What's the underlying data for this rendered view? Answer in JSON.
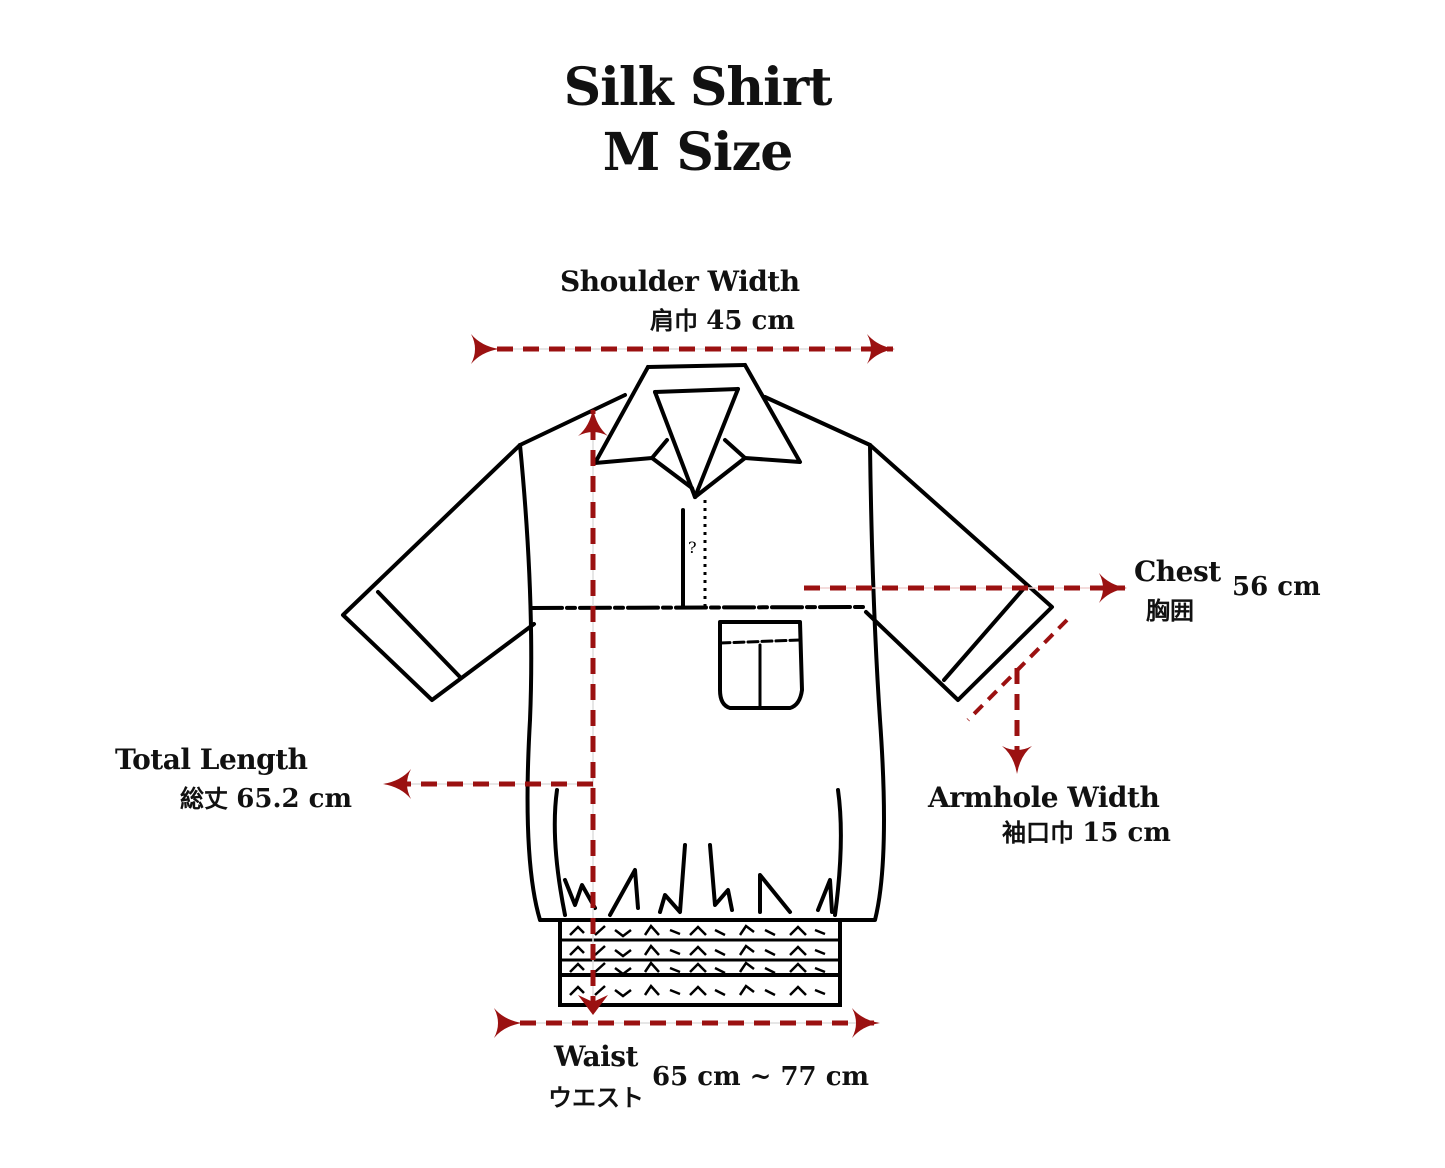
{
  "title": {
    "line1": "Silk Shirt",
    "line2": "M Size"
  },
  "colors": {
    "arrow": "#9b1111",
    "guide": "#dddddd",
    "ink": "#000000",
    "background": "#ffffff"
  },
  "measurements": {
    "shoulder": {
      "label": "Shoulder Width",
      "jp": "肩巾",
      "value": "45 cm"
    },
    "chest": {
      "label": "Chest",
      "jp": "胸囲",
      "value": "56 cm"
    },
    "total_length": {
      "label": "Total Length",
      "jp": "総丈",
      "value": "65.2 cm"
    },
    "armhole": {
      "label": "Armhole Width",
      "jp": "袖口巾",
      "value": "15 cm"
    },
    "waist": {
      "label": "Waist",
      "jp": "ウエスト",
      "value": "65 cm ~ 77 cm"
    }
  },
  "icons": {
    "arrow_head": "arrow-head-icon"
  }
}
